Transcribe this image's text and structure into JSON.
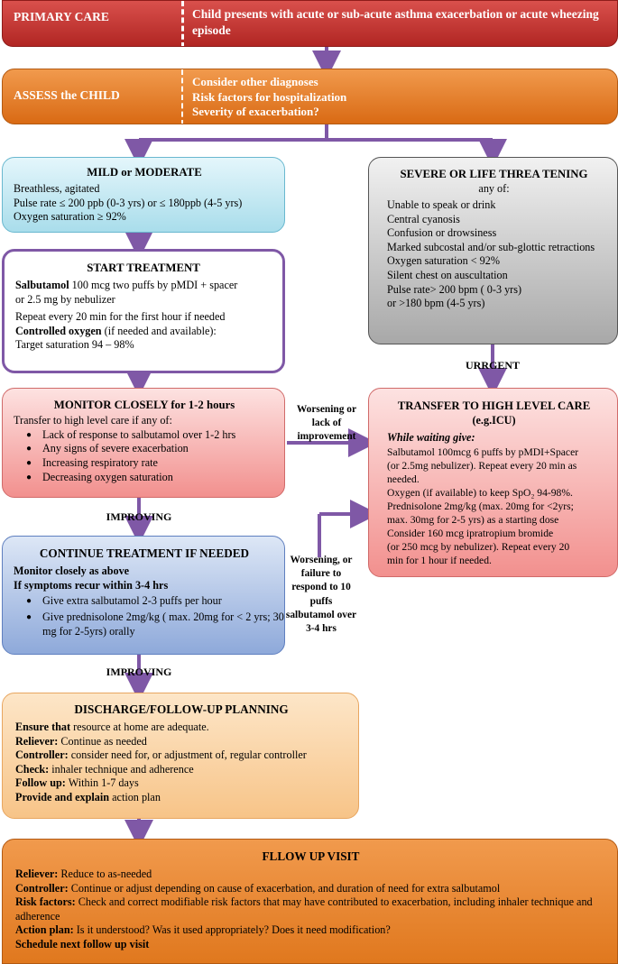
{
  "header": {
    "label": "PRIMARY CARE",
    "text": "Child presents with acute or sub-acute asthma exacerbation or acute wheezing episode"
  },
  "assess": {
    "title": "ASSESS the CHILD",
    "items": [
      "Consider other diagnoses",
      "Risk factors for hospitalization",
      "Severity of exacerbation?"
    ]
  },
  "mild": {
    "title": "MILD or MODERATE",
    "lines": [
      "Breathless, agitated",
      "Pulse rate ≤ 200 ppb (0-3 yrs) or ≤ 180ppb (4-5 yrs)",
      "Oxygen saturation ≥ 92%"
    ]
  },
  "severe": {
    "title": "SEVERE OR LIFE THREA TENING",
    "subtitle": "any of:",
    "lines": [
      "Unable to speak or drink",
      "Central cyanosis",
      "Confusion or drowsiness",
      "Marked subcostal and/or sub-glottic retractions",
      "Oxygen saturation < 92%",
      "Silent chest on auscultation",
      "Pulse rate> 200 bpm ( 0-3 yrs)",
      "or >180 bpm (4-5 yrs)"
    ]
  },
  "start": {
    "title": "START TREATMENT",
    "salb_bold": "Salbutamol",
    "salb_text": "100 mcg two puffs by pMDI + spacer",
    "salb_text2": "or 2.5 mg by nebulizer",
    "repeat": "Repeat every 20 min for the first hour if needed",
    "oxy_bold": "Controlled oxygen",
    "oxy_text": "(if needed and available):",
    "target": "Target saturation 94 – 98%"
  },
  "monitor": {
    "title": "MONITOR CLOSELY for 1-2 hours",
    "intro": "Transfer to high level care if any of:",
    "bullets": [
      "Lack of response to salbutamol over 1-2 hrs",
      "Any signs of severe exacerbation",
      "Increasing respiratory rate",
      "Decreasing oxygen saturation"
    ]
  },
  "transfer": {
    "title": "TRANSFER TO HIGH LEVEL CARE",
    "subtitle": "(e.g.ICU)",
    "while": "While waiting give:",
    "lines": [
      "Salbutamol 100mcg 6 puffs by pMDI+Spacer",
      "(or 2.5mg nebulizer). Repeat every 20 min as",
      "needed.",
      "Oxygen (if available) to keep SpO₂ 94-98%.",
      "Prednisolone 2mg/kg (max. 20mg for <2yrs;",
      "max. 30mg for 2-5 yrs) as a starting dose",
      "Consider 160 mcg ipratropium bromide",
      "(or 250 mcg by nebulizer). Repeat every 20",
      "min for 1 hour if needed."
    ]
  },
  "continue": {
    "title": "CONTINUE TREATMENT IF NEEDED",
    "monitor": "Monitor closely as above",
    "recur": "If symptoms recur within 3-4 hrs",
    "bullets": [
      "Give extra salbutamol 2-3 puffs per hour",
      "Give prednisolone 2mg/kg ( max. 20mg for < 2 yrs; 30 mg for 2-5yrs) orally"
    ]
  },
  "discharge": {
    "title": "DISCHARGE/FOLLOW-UP PLANNING",
    "rows": [
      {
        "bold": "Ensure that",
        "text": " resource at home are adequate."
      },
      {
        "bold": "Reliever:",
        "text": " Continue as needed"
      },
      {
        "bold": "Controller:",
        "text": " consider need for, or adjustment of, regular controller"
      },
      {
        "bold": "Check:",
        "text": " inhaler technique and adherence"
      },
      {
        "bold": "Follow up:",
        "text": " Within 1-7 days"
      },
      {
        "bold": "Provide and explain",
        "text": " action plan"
      }
    ]
  },
  "followup": {
    "title": "FLLOW UP VISIT",
    "rows": [
      {
        "bold": "Reliever:",
        "text": " Reduce to as-needed"
      },
      {
        "bold": "Controller:",
        "text": " Continue or adjust depending on cause of exacerbation, and duration of need for extra salbutamol"
      },
      {
        "bold": "Risk factors:",
        "text": " Check and correct modifiable risk factors that may have contributed to exacerbation, including inhaler technique and adherence"
      },
      {
        "bold": "Action plan:",
        "text": " Is it understood? Was it used appropriately? Does it need modification?"
      },
      {
        "bold": "Schedule next follow up visit",
        "text": ""
      }
    ]
  },
  "labels": {
    "urrgent": "URRGENT",
    "worsening1": "Worsening or lack of improvement",
    "improving1": "IMPROVING",
    "worsening2": "Worsening, or failure to respond to 10 puffs salbutamol over 3-4 hrs",
    "improving2": "IMPROVING"
  },
  "colors": {
    "red": "#c62f2c",
    "orange": "#e77a22",
    "blue": "#c6ebf4",
    "gray": "#8f8f8f",
    "purple": "#7f58a6",
    "pink": "#f59a98",
    "lavender": "#9ab2de",
    "peach": "#fbd6a8"
  }
}
